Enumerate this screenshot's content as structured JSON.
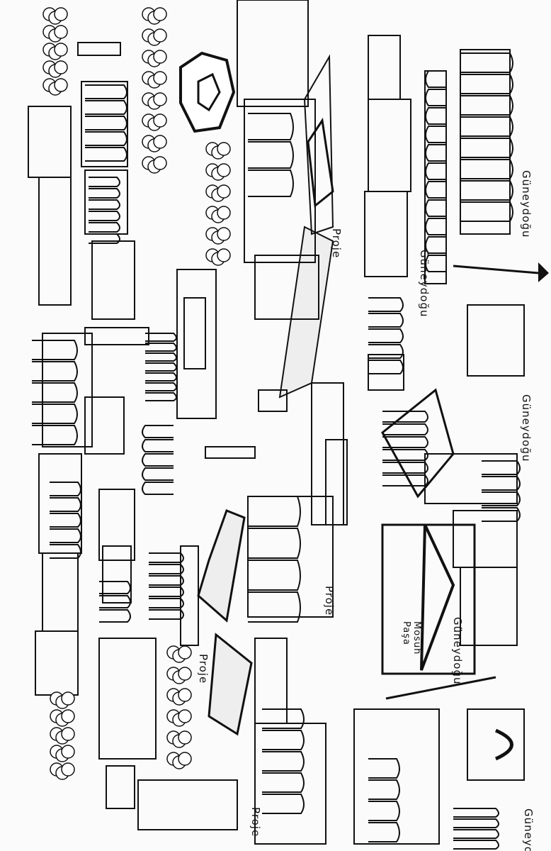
{
  "drawing": {
    "labels": {
      "region_1": "Güneydoğu",
      "region_2": "Güneydoğu",
      "region_3": "Güneydoğu",
      "region_4": "Güneydoğu",
      "region_5": "Güneyd",
      "project_1": "Proje",
      "project_2": "Proje",
      "project_3": "Proje",
      "project_4": "Proje",
      "mosque_name": "Mosuh Paşa"
    },
    "ink_color": "#111111",
    "paper_color": "#fbfbfb"
  }
}
